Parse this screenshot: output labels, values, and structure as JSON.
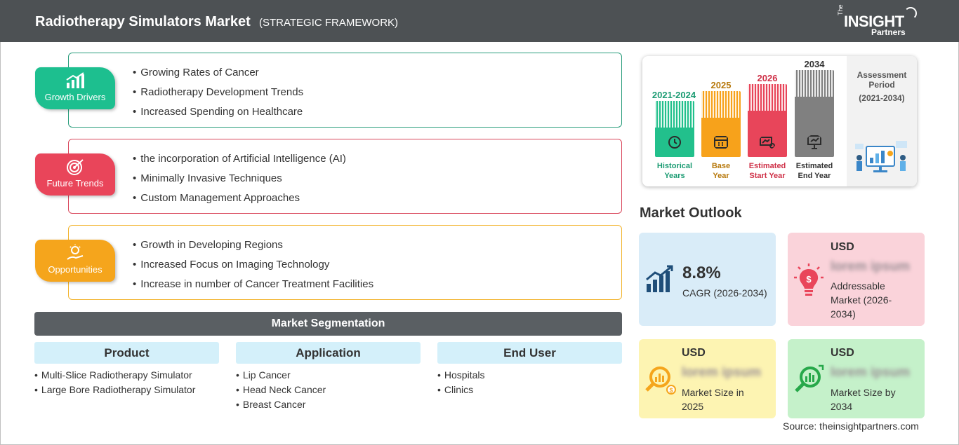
{
  "header": {
    "title": "Radiotherapy Simulators Market",
    "subtitle": "(STRATEGIC FRAMEWORK)",
    "logo": {
      "the": "The",
      "insight": "INSIGHT",
      "partners": "Partners"
    }
  },
  "framework": [
    {
      "label": "Growth Drivers",
      "color": "#1dbf8f",
      "border": "#2a9d7c",
      "icon": "bar-chart-icon",
      "items": [
        "Growing Rates of Cancer",
        "Radiotherapy Development Trends",
        "Increased Spending on Healthcare"
      ]
    },
    {
      "label": "Future Trends",
      "color": "#e9455a",
      "border": "#d9475b",
      "icon": "target-icon",
      "items": [
        "the incorporation of Artificial Intelligence (AI)",
        "Minimally Invasive Techniques",
        "Custom Management Approaches"
      ]
    },
    {
      "label": "Opportunities",
      "color": "#f5a51c",
      "border": "#f2b42d",
      "icon": "lightbulb-hand-icon",
      "items": [
        "Growth in Developing Regions",
        "Increased Focus on Imaging Technology",
        "Increase in number of Cancer Treatment Facilities"
      ]
    }
  ],
  "segmentation": {
    "title": "Market Segmentation",
    "columns": [
      {
        "head": "Product",
        "items": [
          "Multi-Slice Radiotherapy Simulator",
          "Large Bore Radiotherapy Simulator"
        ]
      },
      {
        "head": "Application",
        "items": [
          "Lip Cancer",
          "Head Neck Cancer",
          "Breast Cancer"
        ]
      },
      {
        "head": "End User",
        "items": [
          "Hospitals",
          "Clinics"
        ]
      }
    ]
  },
  "timeline": {
    "bars": [
      {
        "year": "2021-2024",
        "line1": "Historical",
        "line2": "Years",
        "color": "#22c08c",
        "yearColor": "#1a9b72",
        "icon": "history-icon"
      },
      {
        "year": "2025",
        "line1": "Base",
        "line2": "Year",
        "color": "#f7a21b",
        "yearColor": "#b7790d",
        "icon": "calendar-icon"
      },
      {
        "year": "2026",
        "line1": "Estimated",
        "line2": "Start Year",
        "color": "#e8455a",
        "yearColor": "#cf3148",
        "icon": "chart-screen-icon"
      },
      {
        "year": "2034",
        "line1": "Estimated",
        "line2": "End Year",
        "color": "#808080",
        "yearColor": "#333333",
        "icon": "presentation-icon"
      }
    ],
    "assessment_title": "Assessment Period",
    "assessment_range": "(2021-2034)"
  },
  "outlook": {
    "title": "Market Outlook",
    "cagr": {
      "value": "8.8%",
      "label": "CAGR (2026-2034)",
      "color": "#d9ecf8"
    },
    "addressable": {
      "usd": "USD",
      "value": "lorem ipsum",
      "label": "Addressable Market (2026-2034)",
      "color": "#fad3da"
    },
    "size2025": {
      "usd": "USD",
      "value": "lorem ipsum",
      "label": "Market Size in 2025",
      "color": "#fdf4b2"
    },
    "size2034": {
      "usd": "USD",
      "value": "lorem ipsum",
      "label": "Market Size by 2034",
      "color": "#c5f1ca"
    }
  },
  "source": "Source: theinsightpartners.com"
}
